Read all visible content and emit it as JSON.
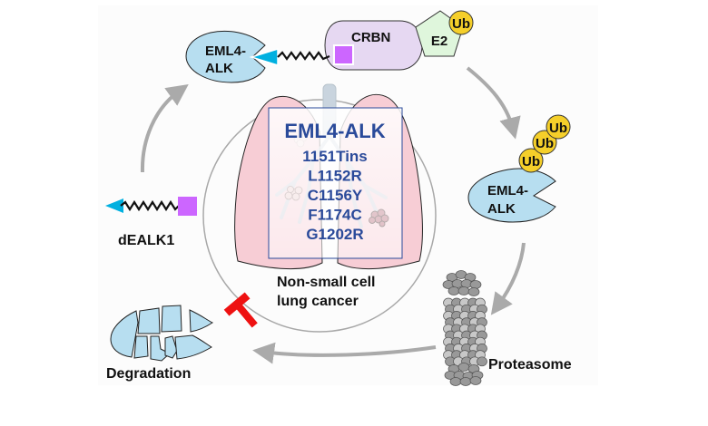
{
  "figure": {
    "description": "PROTAC dEALK1 mediated degradation cycle of EML4-ALK in non-small cell lung cancer",
    "colors": {
      "panel_background": "#fcfcfc",
      "target_protein": "#b7def0",
      "warhead": "#00b0e0",
      "e3_ligand": "#cc66ff",
      "crbn": "#e6d8f2",
      "e2": "#dff6dc",
      "ubiquitin": "#f5cf2a",
      "lung": "#f7cdd5",
      "mutation_text": "#2a4a9a",
      "cycle_arrow": "#aaaaaa",
      "inhibition": "#ee1111",
      "proteasome_dark": "#999999",
      "proteasome_light": "#c8c8c8"
    }
  },
  "ternary_complex": {
    "target_label_line1": "EML4-",
    "target_label_line2": "ALK",
    "crbn_label": "CRBN",
    "e2_label": "E2",
    "ub_label": "Ub"
  },
  "ubiquitinated": {
    "target_label_line1": "EML4-",
    "target_label_line2": "ALK",
    "ub_chain": [
      "Ub",
      "Ub",
      "Ub"
    ]
  },
  "protac": {
    "name": "dEALK1"
  },
  "proteasome": {
    "label": "Proteasome"
  },
  "degradation": {
    "label": "Degradation"
  },
  "center": {
    "title": "EML4-ALK",
    "mutations": [
      "1151Tins",
      "L1152R",
      "C1156Y",
      "F1174C",
      "G1202R"
    ],
    "caption_line1": "Non-small cell",
    "caption_line2": "lung cancer"
  }
}
